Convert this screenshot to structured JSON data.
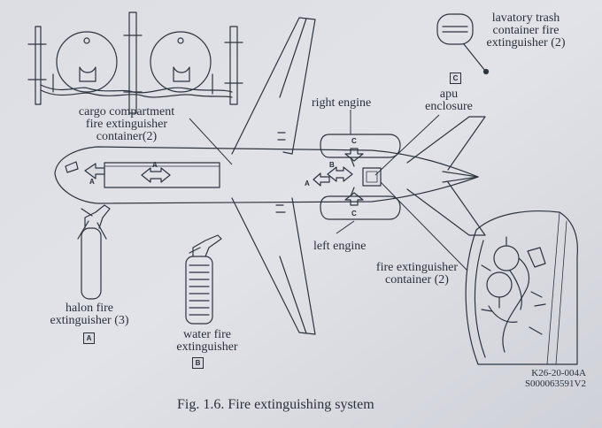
{
  "labels": {
    "cargo": [
      "cargo compartment",
      "fire extinguisher",
      "container(2)"
    ],
    "right_engine": "right engine",
    "apu": [
      "apu",
      "enclosure"
    ],
    "lavatory": [
      "lavatory trash",
      "container fire",
      "extinguisher (2)"
    ],
    "left_engine": "left engine",
    "fire_container": [
      "fire extinguisher",
      "container (2)"
    ],
    "halon": [
      "halon fire",
      "extinguisher (3)"
    ],
    "water": [
      "water fire",
      "extinguisher"
    ]
  },
  "badges": {
    "a": "A",
    "b": "B",
    "c": "C"
  },
  "zone_letters": {
    "a": "A",
    "b": "B",
    "c": "C"
  },
  "reference": [
    "K26-20-004A",
    "S000063591V2"
  ],
  "caption": "Fig. 1.6. Fire extinguishing system"
}
